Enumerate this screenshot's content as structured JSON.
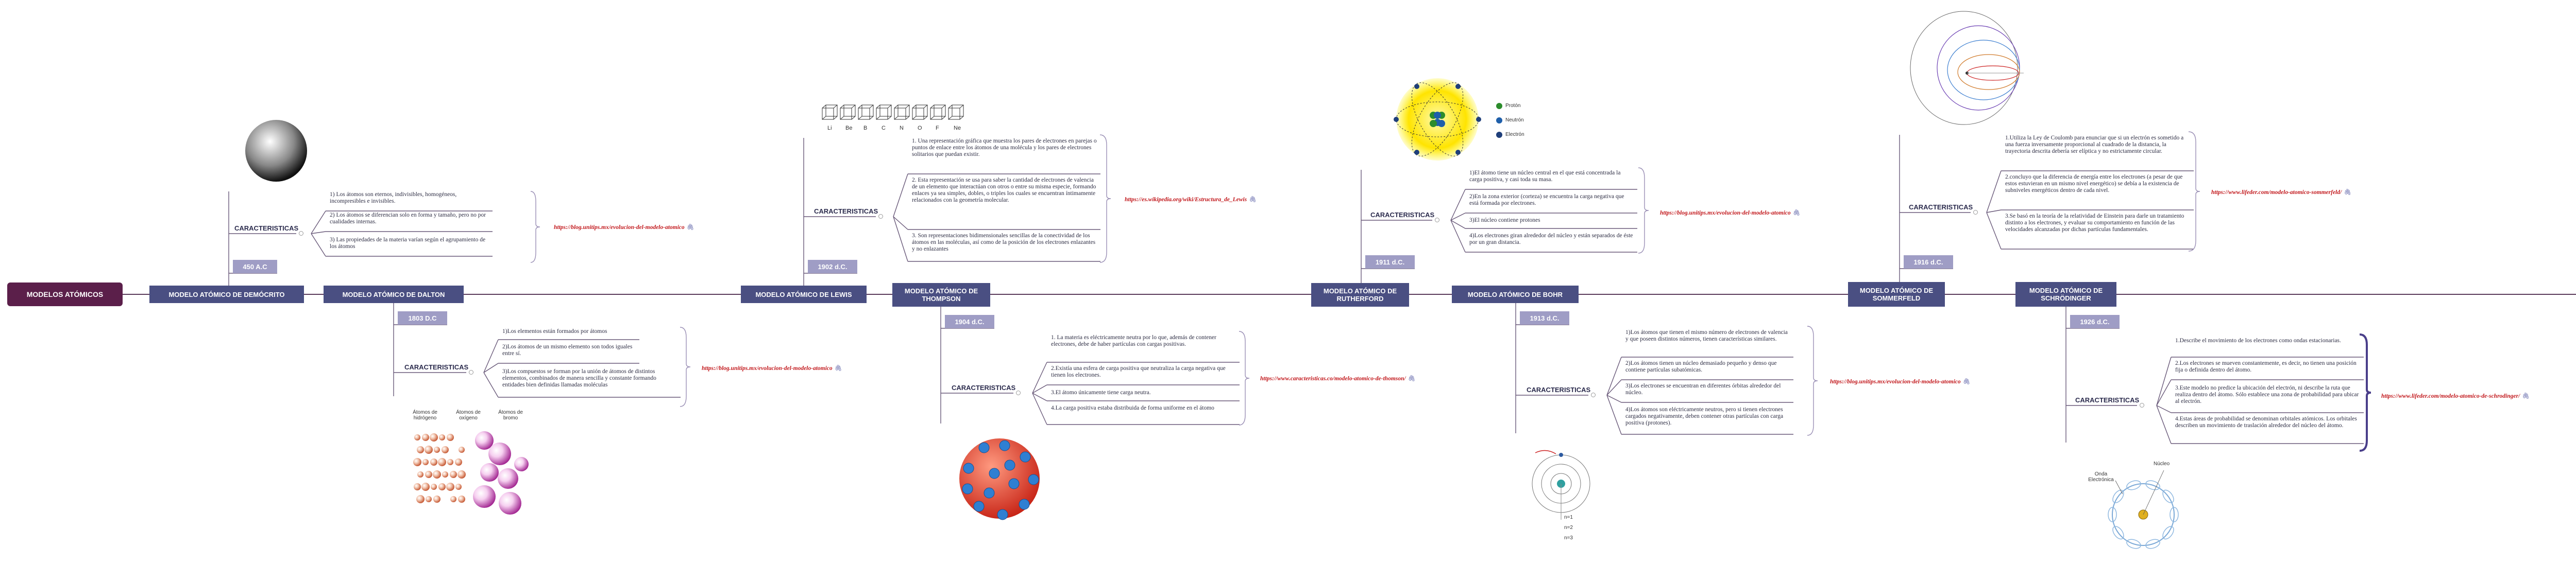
{
  "root": {
    "label": "MODELOS ATÓMICOS"
  },
  "labels": {
    "caracteristicas": "CARACTERISTICAS"
  },
  "models": [
    {
      "label": "MODELO ATÓMICO DE DEMÓCRITO",
      "date": "450 A.C",
      "items": [
        "1) Los átomos son eternos, indivisibles, homogéneos, incompresibles e invisibles.",
        "2) Los átomos se diferencian solo en forma y tamaño, pero no por cualidades internas.",
        "3) Las propiedades de la materia varían según el agrupamiento de los átomos"
      ],
      "link": "https://blog.unitips.mx/evolucion-del-modelo-atomico"
    },
    {
      "label": "MODELO ATÓMICO DE DALTON",
      "date": "1803 D.C",
      "items": [
        "1)Los elementos están formados por átomos",
        "2)Los átomos de un mismo elemento son todos iguales entre sí.",
        "3)Los compuestos se forman por la unión de átomos de distintos elementos, combinados de manera sencilla y constante formando entidades bien definidas llamadas moléculas"
      ],
      "link": "https://blog.unitips.mx/evolucion-del-modelo-atomico",
      "image_labels": [
        "Átomos de hidrógeno",
        "Átomos de oxígeno",
        "Átomos de bromo"
      ]
    },
    {
      "label": "MODELO ATÓMICO DE LEWIS",
      "date": "1902 d.C.",
      "items": [
        "1. Una representación gráfica que muestra los pares de electrones en parejas o puntos de enlace entre los átomos de una molécula y los pares de electrones solitarios que puedan existir.",
        "2. Esta representación se usa para saber la cantidad de electrones de valencia de un elemento que interactúan con otros o entre su misma especie, formando enlaces ya sea simples, dobles, o triples los cuales se encuentran íntimamente relacionados con la geometría molecular.",
        "3. Son representaciones bidimensionales sencillas de la conectividad de los átomos en las moléculas, así como de la posición de los electrones enlazantes y no enlazantes"
      ],
      "link": "https://es.wikipedia.org/wiki/Estructura_de_Lewis",
      "image_labels": [
        "Li",
        "Be",
        "B",
        "C",
        "N",
        "O",
        "F",
        "Ne"
      ]
    },
    {
      "label": "MODELO ATÓMICO DE THOMPSON",
      "date": "1904 d.C.",
      "items": [
        "1. La materia es eléctricamente neutra por lo que, además de contener electrones, debe de haber partículas con cargas positivas.",
        "2.Existía una esfera de carga positiva que neutraliza la carga negativa que tienen los electrones.",
        "3.El átomo únicamente tiene carga neutra.",
        "4.La carga positiva estaba distribuida de forma uniforme en el átomo"
      ],
      "link": "https://www.caracteristicas.co/modelo-atomico-de-thomson/"
    },
    {
      "label": "MODELO ATÓMICO DE RUTHERFORD",
      "date": "1911 d.C.",
      "items": [
        "1)El átomo tiene un núcleo central en el que está concentrada la carga positiva, y casi toda su masa.",
        "2)En la zona exterior (corteza) se encuentra la carga negativa que está formada por electrones.",
        "3)El núcleo contiene protones",
        "4)Los electrones giran alrededor del núcleo y están separados de éste por un gran distancia."
      ],
      "link": "https://blog.unitips.mx/evolucion-del-modelo-atomico",
      "image_labels": [
        "Protón",
        "Neutrón",
        "Electrón"
      ]
    },
    {
      "label": "MODELO ATÓMICO DE BOHR",
      "date": "1913 d.C.",
      "items": [
        "1)Los átomos que tienen el mismo número de electrones de valencia y que poseen distintos números, tienen características similares.",
        "2)Los átomos tienen un núcleo demasiado pequeño y denso que contiene partículas subatómicas.",
        "3)Los electrones se encuentran en diferentes órbitas alrededor del núcleo.",
        "4)Los átomos son eléctricamente neutros, pero si tienen electrones cargados negativamente, deben contener otras partículas con carga positiva (protones)."
      ],
      "link": "https://blog.unitips.mx/evolucion-del-modelo-atomico",
      "image_labels": [
        "n=1",
        "n=2",
        "n=3"
      ]
    },
    {
      "label": "MODELO ATÓMICO DE SOMMERFELD",
      "date": "1916 d.C.",
      "items": [
        "1.Utiliza la Ley de Coulomb para enunciar que si un electrón es sometido a una fuerza inversamente proporcional al cuadrado de la distancia, la trayectoria descrita debería ser elíptica y no estrictamente circular.",
        "2.concluyo que la diferencia de energía entre los electrones (a pesar de que estos estuvieran en un mismo nivel energético) se debía a la existencia de subniveles energéticos dentro de cada nivel.",
        "3.Se basó en la teoría de la relatividad de Einstein para darle un tratamiento distinto a los electrones, y evaluar su comportamiento en función de las velocidades alcanzadas por dichas partículas fundamentales."
      ],
      "link": "https://www.lifeder.com/modelo-atomico-sommerfeld/"
    },
    {
      "label": "MODELO ATÓMICO DE SCHRÖDINGER",
      "date": "1926 d.C.",
      "items": [
        "1.Describe el movimiento de los electrones como ondas estacionarias.",
        "2.Los electrones se mueven constantemente, es decir, no tienen una posición fija o definida dentro del átomo.",
        "3.Este modelo no predice la ubicación del electrón, ni describe la ruta que realiza dentro del átomo. Sólo establece una zona de probabilidad para ubicar al electrón.",
        "4.Estas áreas de probabilidad se denominan orbitales atómicos. Los orbitales describen un movimiento de traslación alrededor del núcleo del átomo."
      ],
      "link": "https://www.lifeder.com/modelo-atomico-de-schrodinger/",
      "image_labels": [
        "Núcleo",
        "Onda Electrónica"
      ]
    }
  ],
  "colors": {
    "root": "#5b1f4a",
    "model": "#4a4f82",
    "date": "#9f9dc5",
    "link": "#c2191d",
    "line": "#5a3a5a"
  },
  "icons": {
    "link": "paperclip-icon"
  }
}
